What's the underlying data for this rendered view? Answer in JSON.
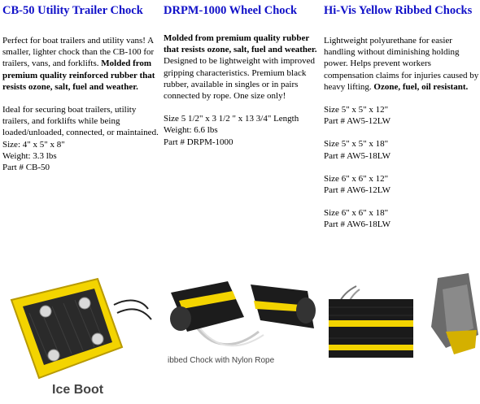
{
  "col1": {
    "title": "CB-50 Utility Trailer Chock",
    "p1_a": "Perfect for boat trailers and utility vans! A smaller, lighter chock than the CB-100 for trailers, vans, and forklifts.",
    "p1_b": "Molded from premium quality reinforced rubber that resists ozone, salt, fuel and weather.",
    "p2": "Ideal for securing boat trailers, utility trailers, and forklifts while being loaded/unloaded, connected, or maintained.",
    "size": "Size: 4\" x 5\" x 8\"",
    "weight": "Weight: 3.3 lbs",
    "part": "Part # CB-50",
    "image_caption": "Ice Boot"
  },
  "col2": {
    "title": "DRPM-1000 Wheel Chock",
    "p1_a": "Molded from premium quality rubber that resists ozone, salt, fuel and weather.",
    "p1_b": "Designed to be lightweight with improved gripping characteristics. Premium black rubber, available in singles or in pairs connected by rope. One size only!",
    "size": "Size 5 1/2\" x 3 1/2 \" x 13 3/4\" Length",
    "weight": "Weight: 6.6 lbs",
    "part": "Part # DRPM-1000",
    "image_caption": "ibbed Chock with Nylon Rope"
  },
  "col3": {
    "title": "Hi-Vis Yellow Ribbed Chocks",
    "p1_a": "Lightweight polyurethane for easier handling without diminishing holding power. Helps prevent workers compensation claims for injuries caused by heavy lifting.",
    "p1_b": "Ozone, fuel, oil resistant.",
    "variants": [
      {
        "size": "Size 5\" x 5\" x 12\"",
        "part": "Part # AW5-12LW"
      },
      {
        "size": "Size 5\" x 5\" x 18\"",
        "part": "Part # AW5-18LW"
      },
      {
        "size": "Size 6\" x 6\" x 12\"",
        "part": "Part # AW6-12LW"
      },
      {
        "size": "Size 6\" x 6\" x 18\"",
        "part": "Part # AW6-18LW"
      }
    ]
  },
  "colors": {
    "title": "#1010c8",
    "chock_yellow": "#f3d400",
    "rubber_black": "#1c1c1c"
  }
}
